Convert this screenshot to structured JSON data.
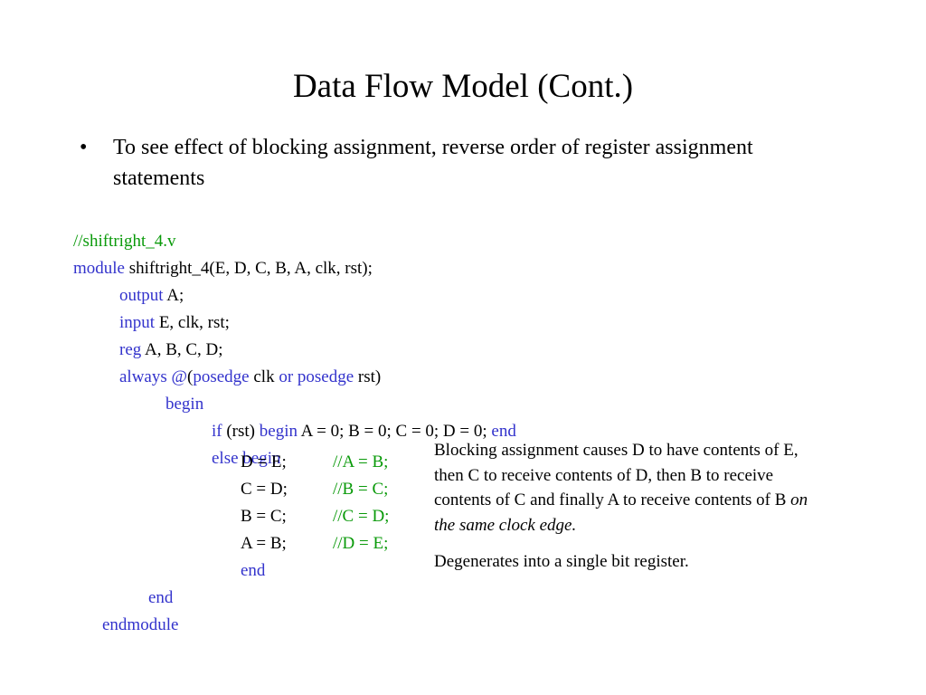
{
  "slide": {
    "title": "Data Flow Model (Cont.)",
    "bullet_marker": "•",
    "bullet_text": "To see effect of blocking assignment, reverse order of register assignment statements"
  },
  "code": {
    "filename_comment": "//shiftright_4.v",
    "l1_kw": "module",
    "l1_rest": " shiftright_4(E, D, C, B, A, clk, rst);",
    "l2_kw": "output",
    "l2_rest": " A;",
    "l3_kw": "input",
    "l3_rest": " E, clk, rst;",
    "l4_kw": "reg",
    "l4_rest": " A, B, C, D;",
    "l5_kw1": "always @",
    "l5_p1": "(",
    "l5_kw2": "posedge",
    "l5_p2": " clk ",
    "l5_kw3": "or",
    "l5_p3": " ",
    "l5_kw4": "posedge",
    "l5_p4": " rst)",
    "l6_kw": "begin",
    "l7_kw1": "if",
    "l7_p1": " (rst) ",
    "l7_kw2": "begin",
    "l7_p2": " A = 0; B = 0; C = 0; D = 0; ",
    "l7_kw3": "end",
    "l8_kw": "else begin",
    "s1": "D = E;",
    "c1": "//A = B;",
    "s2": "C = D;",
    "c2": "//B = C;",
    "s3": "B = C;",
    "c3": "//C = D;",
    "s4": "A = B;",
    "c4": "//D = E;",
    "end_inner": "end",
    "end_outer": "end",
    "endmodule": "endmodule"
  },
  "note": {
    "p1_text": "Blocking assignment causes D to have contents of E, then C to receive contents of D, then B to receive contents of C and finally A to receive contents of B ",
    "p1_emphasis": "on the same clock edge.",
    "p2_text": "Degenerates into a single bit register."
  },
  "colors": {
    "keyword": "#3333cc",
    "comment": "#0a9a0a",
    "text": "#000000"
  }
}
